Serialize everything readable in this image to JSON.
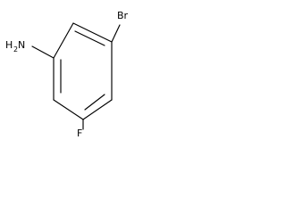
{
  "molecule": {
    "labels": {
      "bromine": "Br",
      "fluorine": "F",
      "amine_prefix": "H",
      "amine_subscript": "2",
      "amine_suffix": "N"
    }
  }
}
